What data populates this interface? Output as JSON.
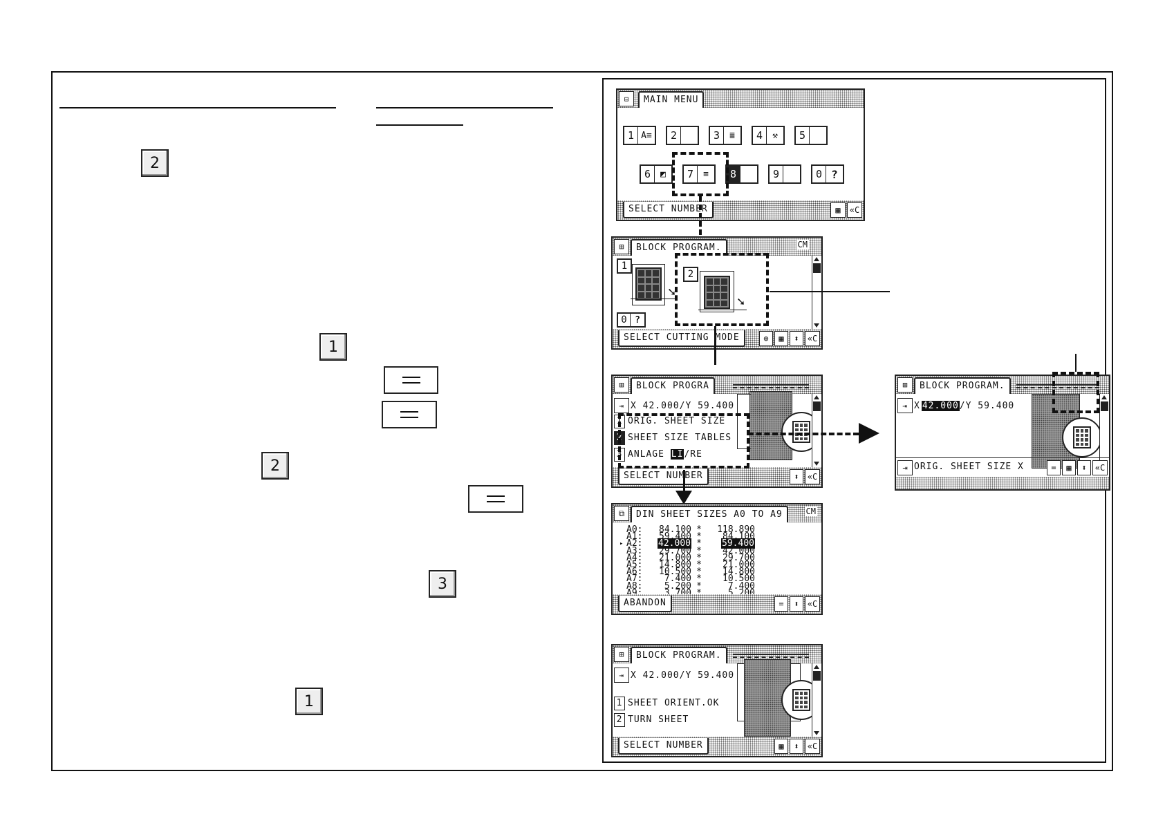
{
  "instructions": {
    "keys": {
      "k1": "2",
      "k2": "1",
      "k3": "2",
      "k4": "3",
      "k5": "1"
    }
  },
  "main_menu": {
    "title": "MAIN MENU",
    "prompt": "SELECT NUMBER",
    "keys_row1": [
      {
        "num": "1",
        "icon": "A≡"
      },
      {
        "num": "2",
        "icon": ""
      },
      {
        "num": "3",
        "icon": "≣"
      },
      {
        "num": "4",
        "icon": "⚒"
      },
      {
        "num": "5",
        "icon": ""
      }
    ],
    "keys_row2": [
      {
        "num": "6",
        "icon": "◩"
      },
      {
        "num": "7",
        "icon": "≡"
      },
      {
        "num": "8",
        "icon": ""
      },
      {
        "num": "9",
        "icon": ""
      },
      {
        "num": "0",
        "icon": "?"
      }
    ],
    "grid_btn": "▦",
    "clear_btn": "«C"
  },
  "block_program_mode": {
    "title": "BLOCK PROGRAM.",
    "unit": "CM",
    "prompt": "SELECT CUTTING MODE",
    "option1": "1",
    "option2": "2",
    "help": "0",
    "help_icon": "?",
    "cursor_btn": "⊕",
    "grid_btn": "▦",
    "updown_btn": "⬍",
    "clear_btn": "«C"
  },
  "block_program_size": {
    "title": "BLOCK PROGRA",
    "coord": "X 42.000/Y 59.400",
    "options": [
      {
        "n": "1",
        "label": "ORIG. SHEET SIZE"
      },
      {
        "n": "2",
        "label": "SHEET SIZE TABLES"
      },
      {
        "n": "3",
        "label_pre": "ANLAGE ",
        "label_hl": "LI",
        "label_post": "/RE"
      }
    ],
    "prompt": "SELECT NUMBER",
    "updown_btn": "⬍",
    "clear_btn": "«C"
  },
  "block_program_orig": {
    "title": "BLOCK PROGRAM.",
    "coord_prefix": "X",
    "coord_x": "42.000",
    "coord_rest": "/Y 59.400",
    "prompt": "ORIG. SHEET SIZE X",
    "eq_btn": "=",
    "grid_btn": "▦",
    "updown_btn": "⬍",
    "clear_btn": "«C"
  },
  "din_sheet_sizes": {
    "title": "DIN SHEET SIZES A0 TO A9",
    "unit": "CM",
    "rows": [
      {
        "mk": "",
        "label": "A0:",
        "w": "84.100",
        "s": "*",
        "h": "118.890"
      },
      {
        "mk": "",
        "label": "A1:",
        "w": "59.400",
        "s": "*",
        "h": "84.100"
      },
      {
        "mk": "▸",
        "label": "A2:",
        "w": "42.000",
        "s": "*",
        "h": "59.400"
      },
      {
        "mk": "",
        "label": "A3:",
        "w": "29.700",
        "s": "*",
        "h": "42.000"
      },
      {
        "mk": "",
        "label": "A4:",
        "w": "21.000",
        "s": "*",
        "h": "29.700"
      },
      {
        "mk": "",
        "label": "A5:",
        "w": "14.800",
        "s": "*",
        "h": "21.000"
      },
      {
        "mk": "",
        "label": "A6:",
        "w": "10.500",
        "s": "*",
        "h": "14.800"
      },
      {
        "mk": "",
        "label": "A7:",
        "w": "7.400",
        "s": "*",
        "h": "10.500"
      },
      {
        "mk": "",
        "label": "A8:",
        "w": "5.200",
        "s": "*",
        "h": "7.400"
      },
      {
        "mk": "",
        "label": "A9:",
        "w": "3.700",
        "s": "*",
        "h": "5.200"
      }
    ],
    "prompt": "ABANDON",
    "eq_btn": "=",
    "updown_btn": "⬍",
    "clear_btn": "«C"
  },
  "block_program_orient": {
    "title": "BLOCK PROGRAM.",
    "coord": "X 42.000/Y 59.400",
    "options": [
      {
        "n": "1",
        "label": "SHEET ORIENT.OK"
      },
      {
        "n": "2",
        "label": "TURN SHEET"
      }
    ],
    "prompt": "SELECT NUMBER",
    "grid_btn": "▦",
    "updown_btn": "⬍",
    "clear_btn": "«C"
  },
  "icons": {
    "book": "📖",
    "block": "⊞",
    "tables": "⧉",
    "feeder": "⇥"
  }
}
